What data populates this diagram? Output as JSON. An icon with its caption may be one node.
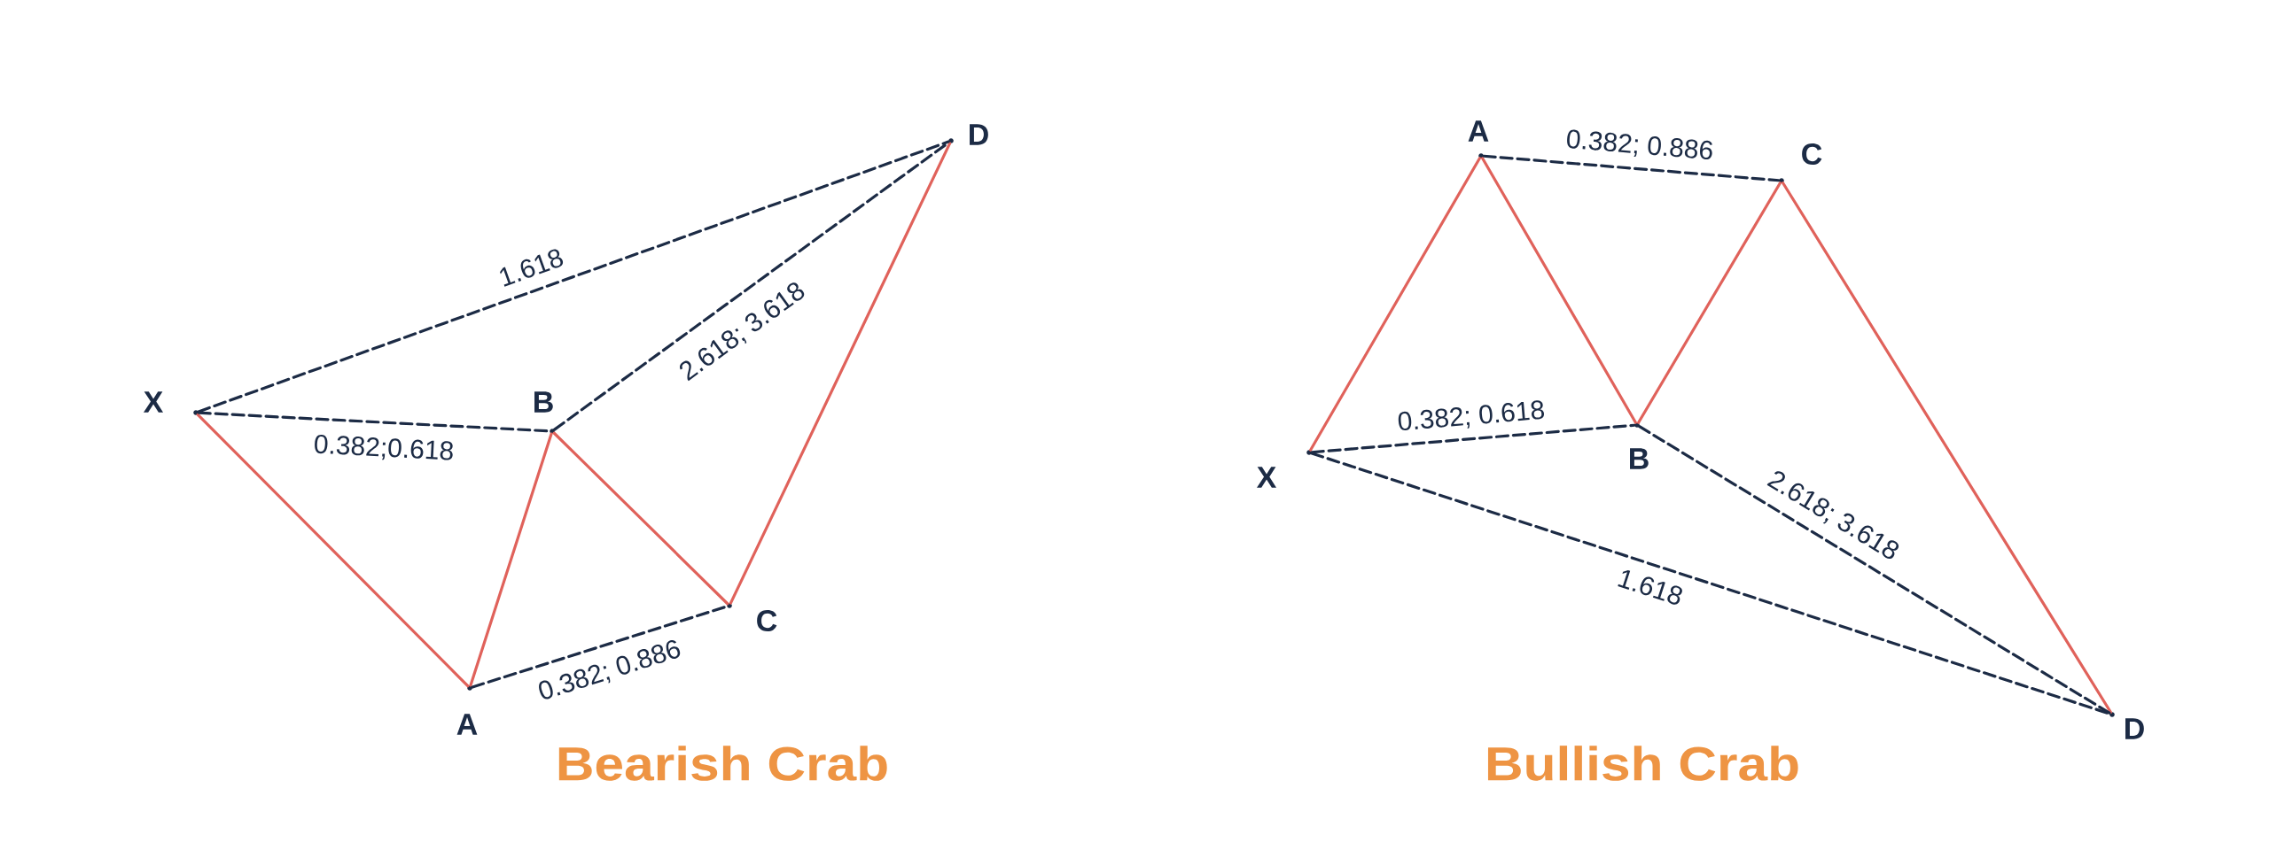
{
  "diagram": {
    "nodes": [
      {
        "text": [],
        "shape": "dot",
        "beside": [
          "X"
        ]
      },
      {
        "text": [],
        "shape": "dot",
        "beside": [
          "A"
        ]
      },
      {
        "text": [],
        "shape": "dot",
        "beside": [
          "B"
        ]
      },
      {
        "text": [],
        "shape": "dot",
        "beside": [
          "C"
        ]
      },
      {
        "text": [],
        "shape": "dot",
        "beside": [
          "D"
        ]
      },
      {
        "text": [],
        "shape": "dot",
        "beside": [
          "X"
        ]
      },
      {
        "text": [],
        "shape": "dot",
        "beside": [
          "A"
        ]
      },
      {
        "text": [],
        "shape": "dot",
        "beside": [
          "B"
        ]
      },
      {
        "text": [],
        "shape": "dot",
        "beside": [
          "C"
        ]
      },
      {
        "text": [],
        "shape": "dot",
        "beside": [
          "D"
        ]
      }
    ],
    "edges": [
      {
        "from": 0,
        "to": 1,
        "arrow": "none",
        "color": "#e0625b"
      },
      {
        "from": 1,
        "to": 2,
        "arrow": "none",
        "color": "#e0625b"
      },
      {
        "from": 2,
        "to": 3,
        "arrow": "none",
        "color": "#e0625b"
      },
      {
        "from": 3,
        "to": 4,
        "arrow": "none",
        "color": "#e0625b"
      },
      {
        "from": 0,
        "to": 2,
        "arrow": "none",
        "style": "dashed",
        "color": "#1c2b45",
        "label": "0.382;0.618"
      },
      {
        "from": 1,
        "to": 3,
        "arrow": "none",
        "style": "dashed",
        "color": "#1c2b45",
        "label": "0.382; 0.886"
      },
      {
        "from": 0,
        "to": 4,
        "arrow": "none",
        "style": "dashed",
        "color": "#1c2b45",
        "label": "1.618"
      },
      {
        "from": 2,
        "to": 4,
        "arrow": "none",
        "style": "dashed",
        "color": "#1c2b45",
        "label": "2.618; 3.618"
      },
      {
        "from": 5,
        "to": 6,
        "arrow": "none",
        "color": "#e0625b"
      },
      {
        "from": 6,
        "to": 7,
        "arrow": "none",
        "color": "#e0625b"
      },
      {
        "from": 7,
        "to": 8,
        "arrow": "none",
        "color": "#e0625b"
      },
      {
        "from": 8,
        "to": 9,
        "arrow": "none",
        "color": "#e0625b"
      },
      {
        "from": 6,
        "to": 8,
        "arrow": "none",
        "style": "dashed",
        "color": "#1c2b45",
        "label": "0.382; 0.886"
      },
      {
        "from": 5,
        "to": 7,
        "arrow": "none",
        "style": "dashed",
        "color": "#1c2b45",
        "label": "0.382; 0.618"
      },
      {
        "from": 7,
        "to": 9,
        "arrow": "none",
        "style": "dashed",
        "color": "#1c2b45",
        "label": "2.618; 3.618"
      },
      {
        "from": 5,
        "to": 9,
        "arrow": "none",
        "style": "dashed",
        "color": "#1c2b45",
        "label": "1.618"
      }
    ],
    "labels": [
      "Bearish Crab",
      "Bullish Crab"
    ]
  }
}
